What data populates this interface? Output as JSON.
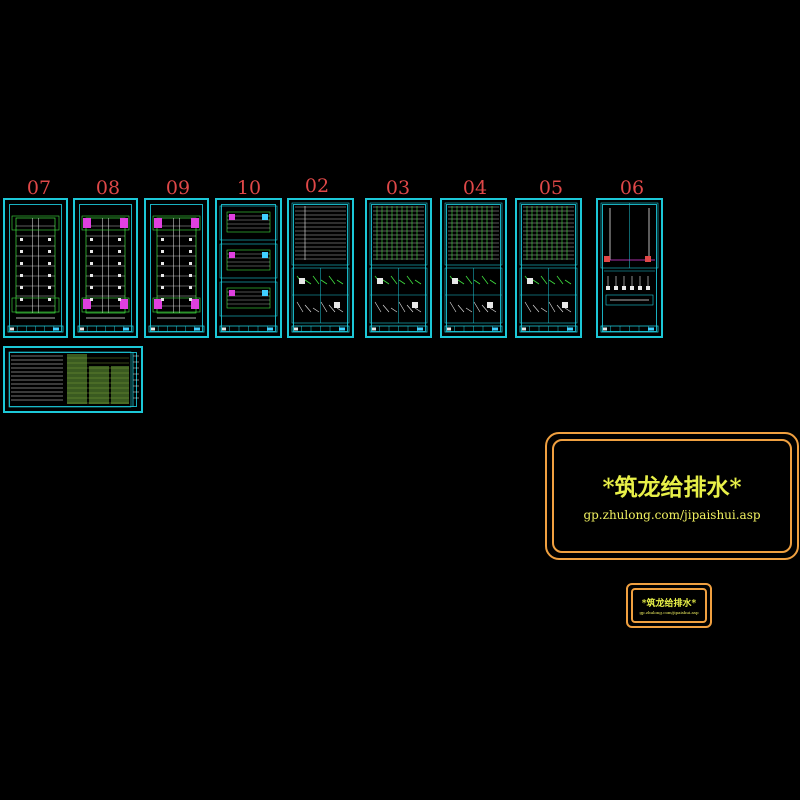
{
  "sheets": [
    {
      "label": "07",
      "kind": "plan"
    },
    {
      "label": "08",
      "kind": "plan"
    },
    {
      "label": "09",
      "kind": "plan"
    },
    {
      "label": "10",
      "kind": "plan3"
    },
    {
      "label": "02",
      "kind": "riser"
    },
    {
      "label": "03",
      "kind": "riser"
    },
    {
      "label": "04",
      "kind": "riser"
    },
    {
      "label": "05",
      "kind": "riser"
    },
    {
      "label": "06",
      "kind": "system"
    }
  ],
  "stamp": {
    "title": "*筑龙给排水*",
    "url": "gp.zhulong.com/jipaishui.asp"
  },
  "colors": {
    "frame": "#1cc8d8",
    "label": "#e04848",
    "stamp_border": "#f0a040",
    "stamp_text": "#e8f048",
    "drawing_green": "#40e040",
    "drawing_white": "#e8e8e8",
    "drawing_magenta": "#e040e0"
  }
}
